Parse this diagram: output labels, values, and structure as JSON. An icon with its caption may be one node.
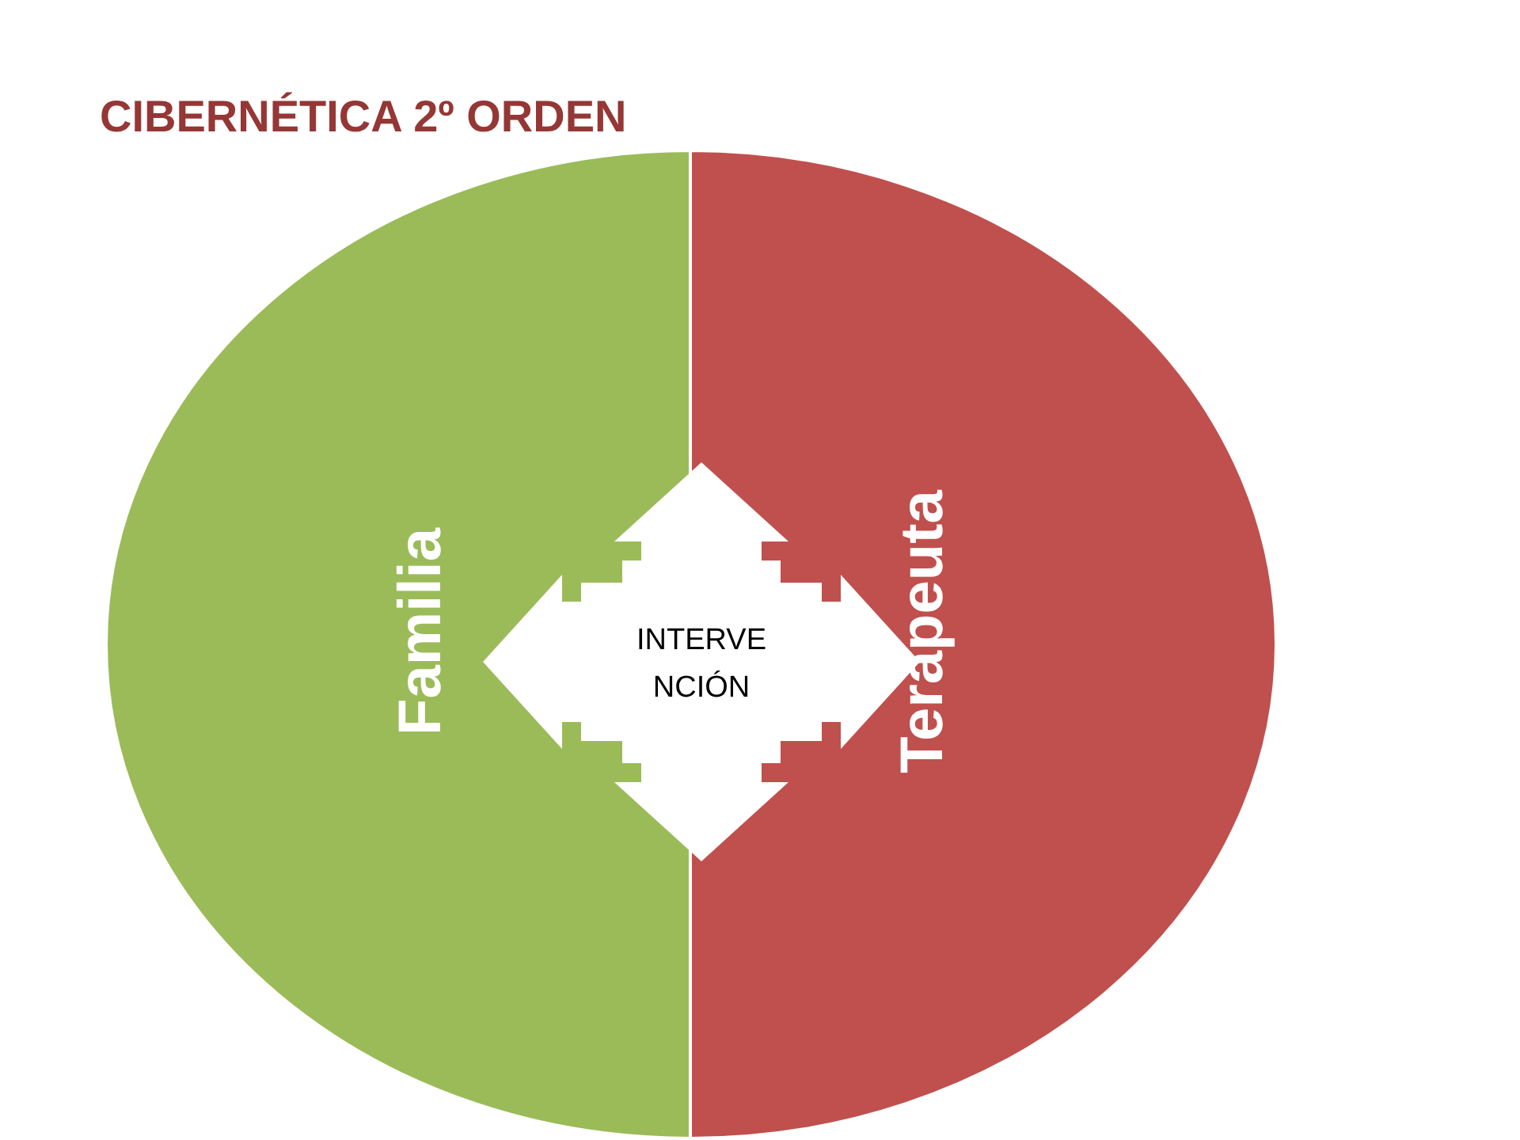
{
  "diagram": {
    "title": "CIBERNÉTICA 2º ORDEN",
    "nodes": [
      {
        "text": [
          "Familia"
        ]
      },
      {
        "text": [
          "Terapeuta"
        ]
      },
      {
        "text": [
          "INTERVENCIÓN"
        ]
      }
    ]
  }
}
